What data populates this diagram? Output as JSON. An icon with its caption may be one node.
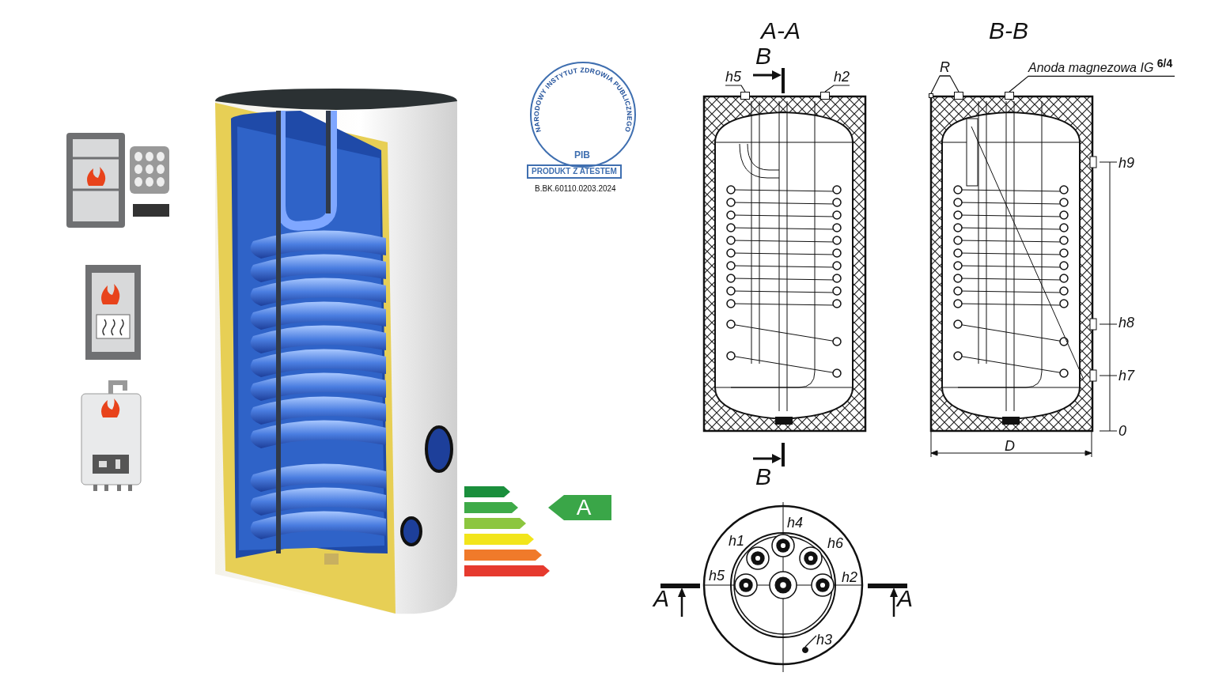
{
  "diagram": {
    "nodes": [
      {
        "text": [
          "h5"
        ]
      },
      {
        "text": [
          "h2"
        ]
      },
      {
        "text": [
          "R"
        ]
      },
      {
        "text": [
          "Anoda magnezowa IG $^{6/4}$"
        ]
      },
      {
        "text": [
          "h3"
        ]
      },
      {
        "text": [
          "A"
        ]
      },
      {
        "text": [],
        "shape": "box"
      },
      {
        "text": [],
        "shape": "box"
      },
      {
        "text": [],
        "shape": "box"
      },
      {
        "text": [],
        "shape": "box"
      },
      {
        "text": [],
        "shape": "box"
      },
      {
        "text": [],
        "shape": "circle"
      }
    ],
    "edges": [
      {
        "from": 0,
        "to": 6,
        "arrow": "none"
      },
      {
        "from": 1,
        "to": 7,
        "arrow": "none"
      },
      {
        "from": 2,
        "to": 9,
        "arrow": "none"
      },
      {
        "from": 2,
        "to": 8,
        "arrow": "none"
      },
      {
        "from": 3,
        "to": 10,
        "arrow": "none"
      },
      {
        "from": 4,
        "to": 11,
        "arrow": "none"
      }
    ],
    "labels": [
      "NARODOWY INSTYTUT ZDROWIA PUBLICZNEGO",
      "PIB",
      "PRODUKT Z ATESTEM",
      "B.BK.60110.0203.2024",
      "A-A",
      "B-B",
      "B",
      "h9",
      "h8",
      "h7",
      "0",
      "D",
      "B",
      "h4",
      "h1",
      "h6",
      "h5",
      "h2",
      "A",
      "A"
    ]
  }
}
